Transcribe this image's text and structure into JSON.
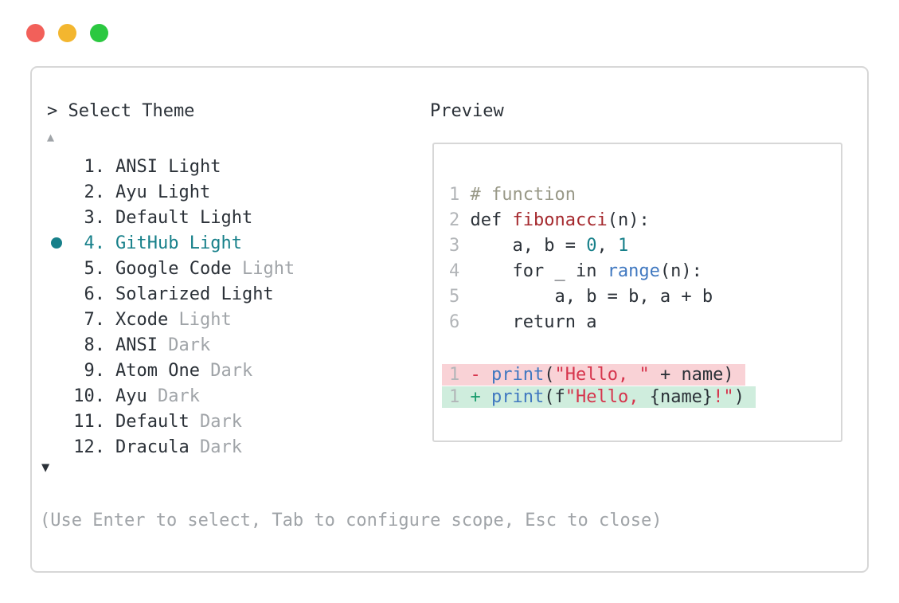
{
  "colors": {
    "ink": "#2b3138",
    "muted": "#a0a4a8",
    "faint": "#b2b5b8",
    "border": "#d7d7d7",
    "accent": "#17808a",
    "comment": "#999988",
    "func_red": "#a5292e",
    "key_blue": "#4078c0",
    "string_red": "#d6344c",
    "diff_plus": "#1a9c6d",
    "removed_bg": "#f9d2d6",
    "added_bg": "#cfeddd"
  },
  "window_controls": [
    {
      "name": "close-button",
      "color": "#f2605a"
    },
    {
      "name": "minimize-button",
      "color": "#f3b62f"
    },
    {
      "name": "zoom-button",
      "color": "#2bc840"
    }
  ],
  "theme_picker": {
    "title": "> Select Theme",
    "scroll_up": "▲",
    "scroll_down": "▼",
    "selected_marker": "●",
    "footer_hint": "(Use Enter to select, Tab to configure scope, Esc to close)",
    "items": [
      {
        "number": "1.",
        "name": "ANSI ",
        "suffix": "Light",
        "suffix_muted": false,
        "selected": false
      },
      {
        "number": "2.",
        "name": "Ayu ",
        "suffix": "Light",
        "suffix_muted": false,
        "selected": false
      },
      {
        "number": "3.",
        "name": "Default ",
        "suffix": "Light",
        "suffix_muted": false,
        "selected": false
      },
      {
        "number": "4.",
        "name": "GitHub ",
        "suffix": "Light",
        "suffix_muted": false,
        "selected": true
      },
      {
        "number": "5.",
        "name": "Google Code ",
        "suffix": "Light",
        "suffix_muted": true,
        "selected": false
      },
      {
        "number": "6.",
        "name": "Solarized ",
        "suffix": "Light",
        "suffix_muted": false,
        "selected": false
      },
      {
        "number": "7.",
        "name": "Xcode ",
        "suffix": "Light",
        "suffix_muted": true,
        "selected": false
      },
      {
        "number": "8.",
        "name": "ANSI ",
        "suffix": "Dark",
        "suffix_muted": true,
        "selected": false
      },
      {
        "number": "9.",
        "name": "Atom One ",
        "suffix": "Dark",
        "suffix_muted": true,
        "selected": false
      },
      {
        "number": "10.",
        "name": "Ayu ",
        "suffix": "Dark",
        "suffix_muted": true,
        "selected": false
      },
      {
        "number": "11.",
        "name": "Default ",
        "suffix": "Dark",
        "suffix_muted": true,
        "selected": false
      },
      {
        "number": "12.",
        "name": "Dracula ",
        "suffix": "Dark",
        "suffix_muted": true,
        "selected": false
      }
    ]
  },
  "preview": {
    "label": "Preview",
    "code_lines": [
      {
        "num": "1",
        "segments": [
          {
            "text": "# function",
            "style": "comment"
          }
        ]
      },
      {
        "num": "2",
        "segments": [
          {
            "text": "def ",
            "style": "code"
          },
          {
            "text": "fibonacci",
            "style": "function"
          },
          {
            "text": "(n):",
            "style": "code"
          }
        ]
      },
      {
        "num": "3",
        "segments": [
          {
            "text": "    a, b = ",
            "style": "code"
          },
          {
            "text": "0",
            "style": "number"
          },
          {
            "text": ", ",
            "style": "code"
          },
          {
            "text": "1",
            "style": "number"
          }
        ]
      },
      {
        "num": "4",
        "segments": [
          {
            "text": "    for _ in ",
            "style": "code"
          },
          {
            "text": "range",
            "style": "builtin"
          },
          {
            "text": "(n):",
            "style": "code"
          }
        ]
      },
      {
        "num": "5",
        "segments": [
          {
            "text": "        a, b = b, a + b",
            "style": "code"
          }
        ]
      },
      {
        "num": "6",
        "segments": [
          {
            "text": "    return a",
            "style": "code"
          }
        ]
      }
    ],
    "diff_lines": [
      {
        "num": "1",
        "kind": "removed",
        "segments": [
          {
            "text": "- ",
            "style": "removed-sign"
          },
          {
            "text": "print",
            "style": "builtin"
          },
          {
            "text": "(",
            "style": "code"
          },
          {
            "text": "\"Hello, \"",
            "style": "string"
          },
          {
            "text": " + name)",
            "style": "code"
          }
        ]
      },
      {
        "num": "1",
        "kind": "added",
        "segments": [
          {
            "text": "+ ",
            "style": "added-sign"
          },
          {
            "text": "print",
            "style": "builtin"
          },
          {
            "text": "(f",
            "style": "code"
          },
          {
            "text": "\"Hello, ",
            "style": "string"
          },
          {
            "text": "{name}",
            "style": "code"
          },
          {
            "text": "!\"",
            "style": "string"
          },
          {
            "text": ")",
            "style": "code"
          }
        ]
      }
    ]
  }
}
